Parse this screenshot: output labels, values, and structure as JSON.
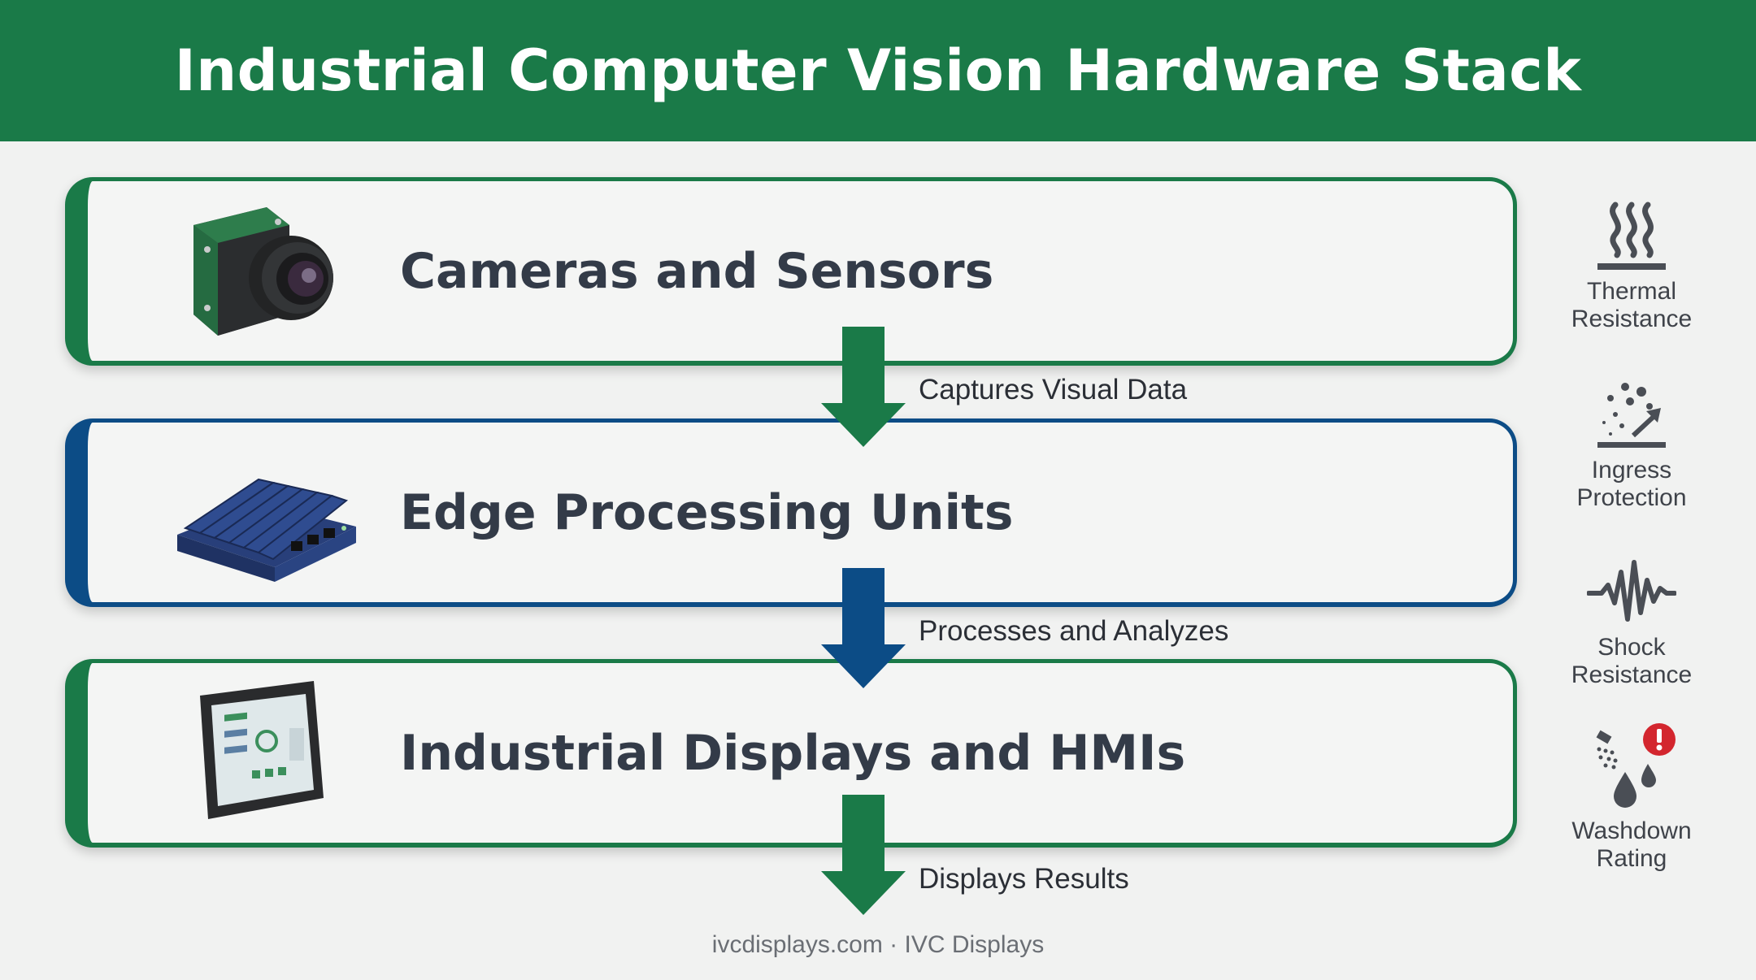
{
  "title": "Industrial Computer Vision Hardware Stack",
  "layers": [
    {
      "label": "Cameras and Sensors",
      "image": "industrial-camera"
    },
    {
      "label": "Edge Processing Units",
      "image": "edge-computer"
    },
    {
      "label": "Industrial Displays and HMIs",
      "image": "rugged-tablet"
    }
  ],
  "flows": [
    {
      "label": "Captures Visual Data"
    },
    {
      "label": "Processes and Analyzes"
    },
    {
      "label": "Displays Results"
    }
  ],
  "features": [
    {
      "line1": "Thermal",
      "line2": "Resistance",
      "icon": "heat-waves-icon"
    },
    {
      "line1": "Ingress",
      "line2": "Protection",
      "icon": "dust-particles-icon"
    },
    {
      "line1": "Shock",
      "line2": "Resistance",
      "icon": "vibration-wave-icon"
    },
    {
      "line1": "Washdown",
      "line2": "Rating",
      "icon": "water-spray-icon"
    }
  ],
  "footer": "ivcdisplays.com · IVC Displays",
  "colors": {
    "green": "#1a7a48",
    "blue": "#0c4c86",
    "alert": "#d3262e"
  }
}
